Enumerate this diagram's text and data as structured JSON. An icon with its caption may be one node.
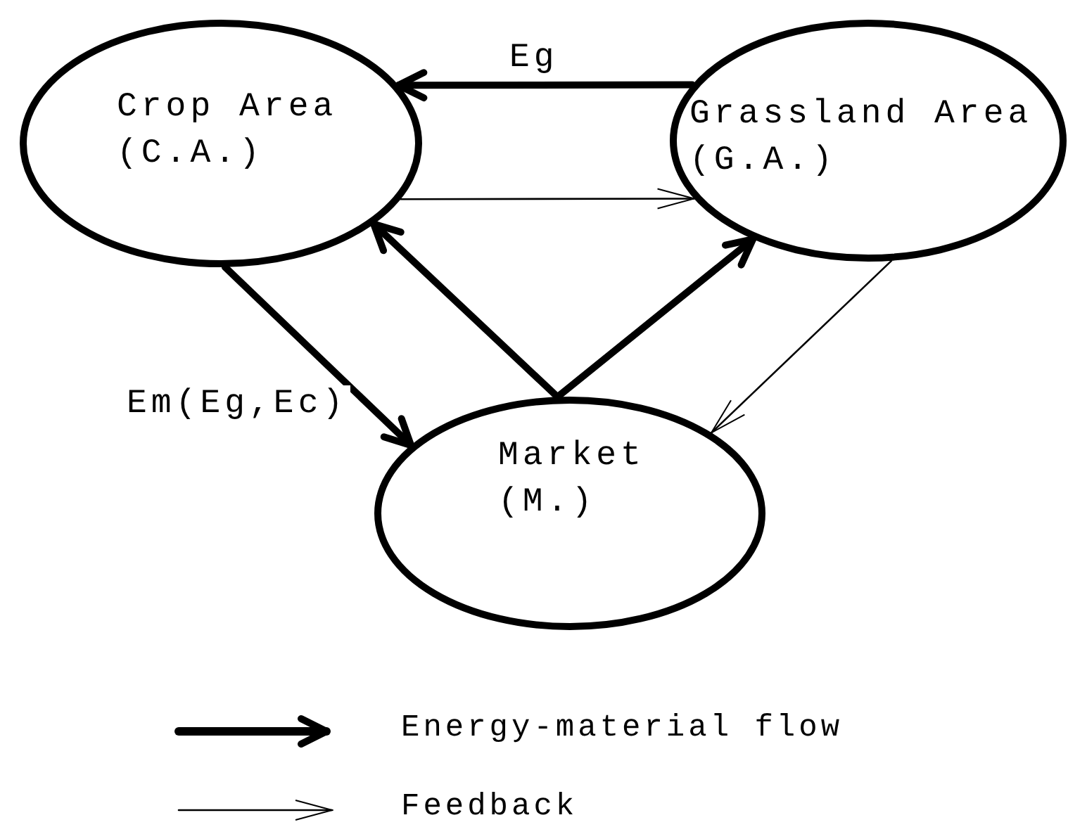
{
  "diagram": {
    "nodes": [
      {
        "text": [
          "Crop Area",
          "(C.A.)"
        ]
      },
      {
        "text": [
          "Grassland Area",
          "(G.A.)"
        ]
      },
      {
        "text": [
          "Market",
          "(M.)"
        ]
      }
    ],
    "edges": [
      {
        "from": 1,
        "to": 0,
        "arrow": "to",
        "label": "Eg"
      },
      {
        "from": 0,
        "to": 1,
        "arrow": "to"
      },
      {
        "from": 0,
        "to": 2,
        "arrow": "to",
        "label": "Em(Eg,Ec)"
      },
      {
        "from": 2,
        "to": 0,
        "arrow": "to"
      },
      {
        "from": 2,
        "to": 1,
        "arrow": "to"
      },
      {
        "from": 1,
        "to": 2,
        "arrow": "to"
      }
    ],
    "legend": [
      {
        "text": "Energy-material flow"
      },
      {
        "text": "Feedback"
      }
    ]
  }
}
